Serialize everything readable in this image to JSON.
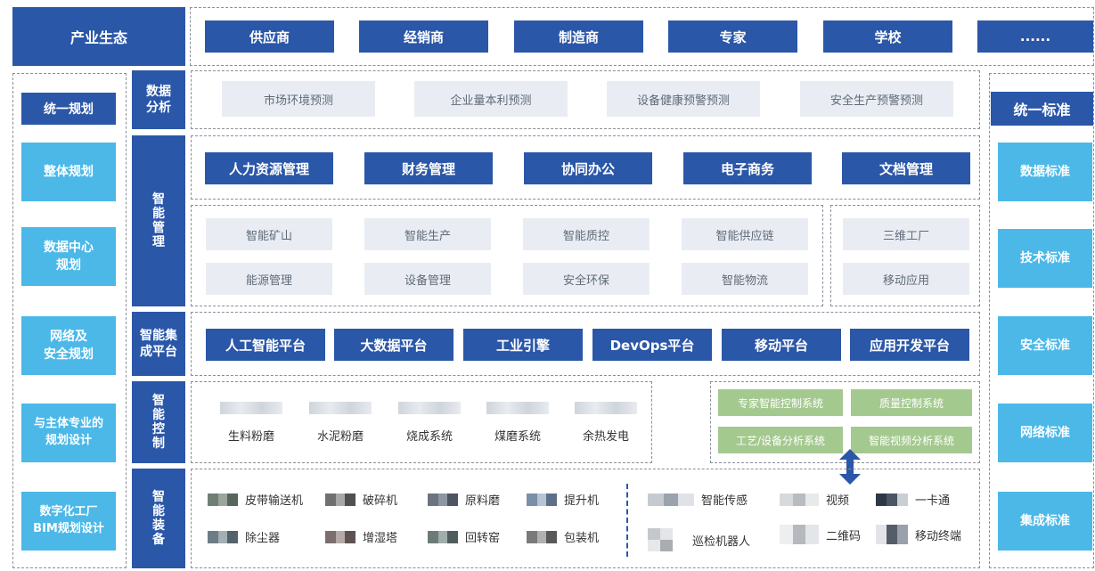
{
  "industry": {
    "title": "产业生态",
    "items": [
      "供应商",
      "经销商",
      "制造商",
      "专家",
      "学校",
      "......"
    ]
  },
  "left": {
    "title": "统一规划",
    "items": [
      "整体规划",
      "数据中心\n规划",
      "网络及\n安全规划",
      "与主体专业的\n规划设计",
      "数字化工厂\nBIM规划设计"
    ]
  },
  "right": {
    "title": "统一标准",
    "items": [
      "数据标准",
      "技术标准",
      "安全标准",
      "网络标准",
      "集成标准"
    ]
  },
  "data_analysis": {
    "label": "数据\n分析",
    "items": [
      "市场环境预测",
      "企业量本利预测",
      "设备健康预警预测",
      "安全生产预警预测"
    ]
  },
  "smart_mgmt": {
    "label": "智\n能\n管\n理",
    "top": [
      "人力资源管理",
      "财务管理",
      "协同办公",
      "电子商务",
      "文档管理"
    ],
    "grid": [
      "智能矿山",
      "智能生产",
      "智能质控",
      "智能供应链",
      "能源管理",
      "设备管理",
      "安全环保",
      "智能物流"
    ],
    "side": [
      "三维工厂",
      "移动应用"
    ]
  },
  "integration": {
    "label": "智能集\n成平台",
    "items": [
      "人工智能平台",
      "大数据平台",
      "工业引擎",
      "DevOps平台",
      "移动平台",
      "应用开发平台"
    ]
  },
  "control": {
    "label": "智\n能\n控\n制",
    "items": [
      "生料粉磨",
      "水泥粉磨",
      "烧成系统",
      "煤磨系统",
      "余热发电"
    ],
    "systems": [
      "专家智能控制系统",
      "质量控制系统",
      "工艺/设备分析系统",
      "智能视频分析系统"
    ]
  },
  "equipment": {
    "label": "智\n能\n装\n备",
    "items": [
      "皮带输送机",
      "破碎机",
      "原料磨",
      "提升机",
      "除尘器",
      "增湿塔",
      "回转窑",
      "包装机"
    ],
    "devices": [
      "智能传感",
      "视频",
      "一卡通",
      "巡检机器人",
      "二维码",
      "移动终端"
    ]
  },
  "colors": {
    "primary": "#2b57a8",
    "accent": "#4bb8e8",
    "muted": "#e9edf3",
    "green": "#a4c98f"
  }
}
